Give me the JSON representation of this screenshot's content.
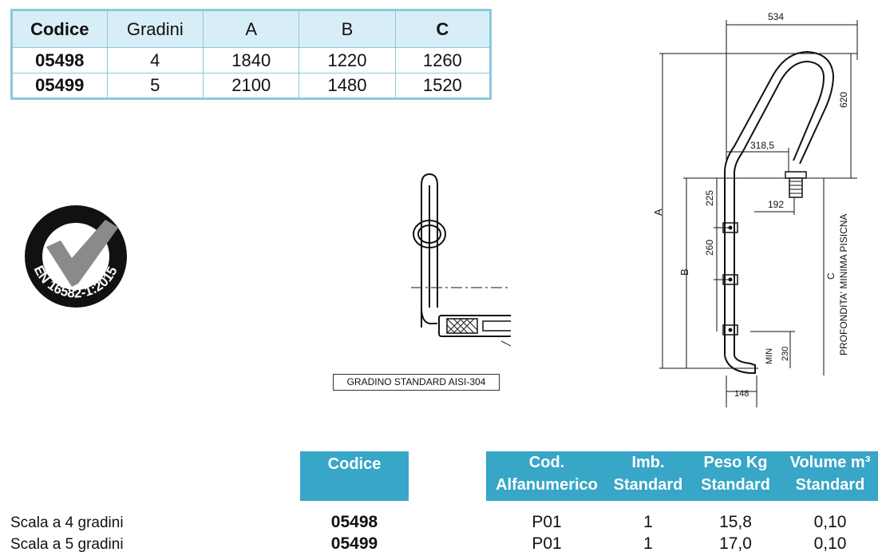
{
  "dim_table": {
    "headers": [
      "Codice",
      "Gradini",
      "A",
      "B",
      "C"
    ],
    "rows": [
      [
        "05498",
        "4",
        "1840",
        "1220",
        "1260"
      ],
      [
        "05499",
        "5",
        "2100",
        "1480",
        "1520"
      ]
    ]
  },
  "badge": {
    "text": "EN 16582-1:2015"
  },
  "drawing": {
    "note": "GRADINO STANDARD AISI-304",
    "dims": {
      "d534": "534",
      "d620": "620",
      "d318": "318,5",
      "d192": "192",
      "d225": "225",
      "d260": "260",
      "dA": "A",
      "dB": "B",
      "dC": "C",
      "depth": "PROFONDITA' MINIMA PISICNA",
      "dmin": "MIN",
      "d230": "230",
      "d148": "148"
    }
  },
  "product_table": {
    "headers": {
      "code": "Codice",
      "alfa_1": "Cod.",
      "alfa_2": "Alfanumerico",
      "imb_1": "Imb.",
      "imb_2": "Standard",
      "peso_1": "Peso Kg",
      "peso_2": "Standard",
      "vol_1": "Volume m³",
      "vol_2": "Standard"
    },
    "rows": [
      {
        "label": "Scala a 4 gradini",
        "code": "05498",
        "alfa": "P01",
        "imb": "1",
        "peso": "15,8",
        "vol": "0,10"
      },
      {
        "label": "Scala a 5 gradini",
        "code": "05499",
        "alfa": "P01",
        "imb": "1",
        "peso": "17,0",
        "vol": "0,10"
      }
    ]
  }
}
